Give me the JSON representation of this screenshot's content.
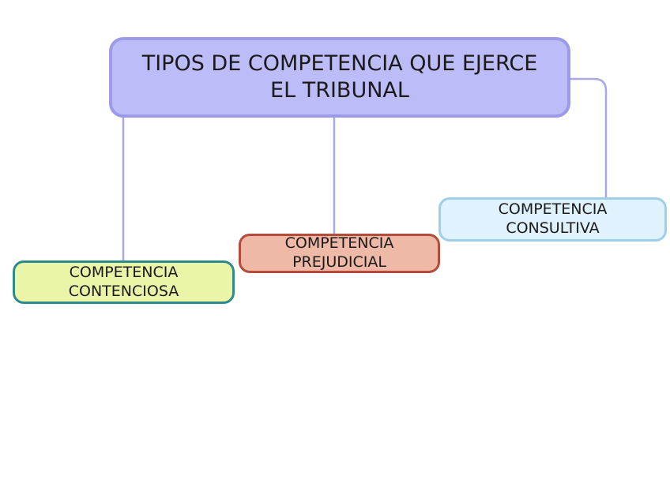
{
  "root": {
    "line1": "TIPOS DE COMPETENCIA QUE EJERCE",
    "line2": "EL TRIBUNAL"
  },
  "children": [
    {
      "line1": "COMPETENCIA",
      "line2": "CONTENCIOSA"
    },
    {
      "line1": "COMPETENCIA",
      "line2": "PREJUDICIAL"
    },
    {
      "line1": "COMPETENCIA",
      "line2": "CONSULTIVA"
    }
  ],
  "colors": {
    "root_fill": "#bcbcf8",
    "root_border": "#9b9bea",
    "connector": "#a8a8e8",
    "contenciosa_fill": "#eaf5a8",
    "contenciosa_border": "#2e8b8b",
    "prejudicial_fill": "#eeb9a6",
    "prejudicial_border": "#b34c3a",
    "consultiva_fill": "#dff2fd",
    "consultiva_border": "#9dcfe8"
  }
}
